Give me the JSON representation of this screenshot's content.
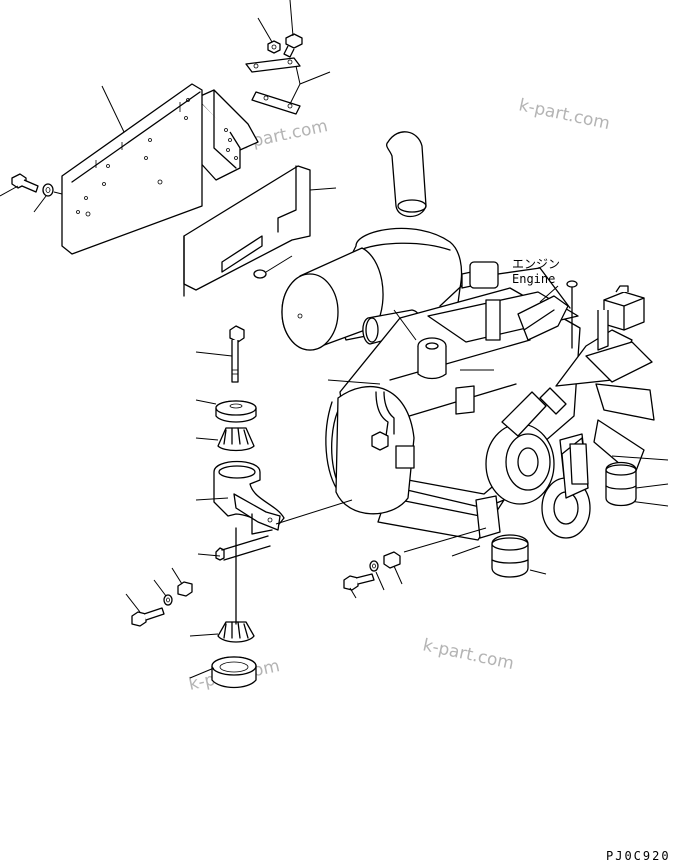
{
  "diagram": {
    "engine_label_jp": "エンジン",
    "engine_label_en": "Engine",
    "drawing_code": "PJ0C920",
    "watermark": "k-part.com"
  }
}
